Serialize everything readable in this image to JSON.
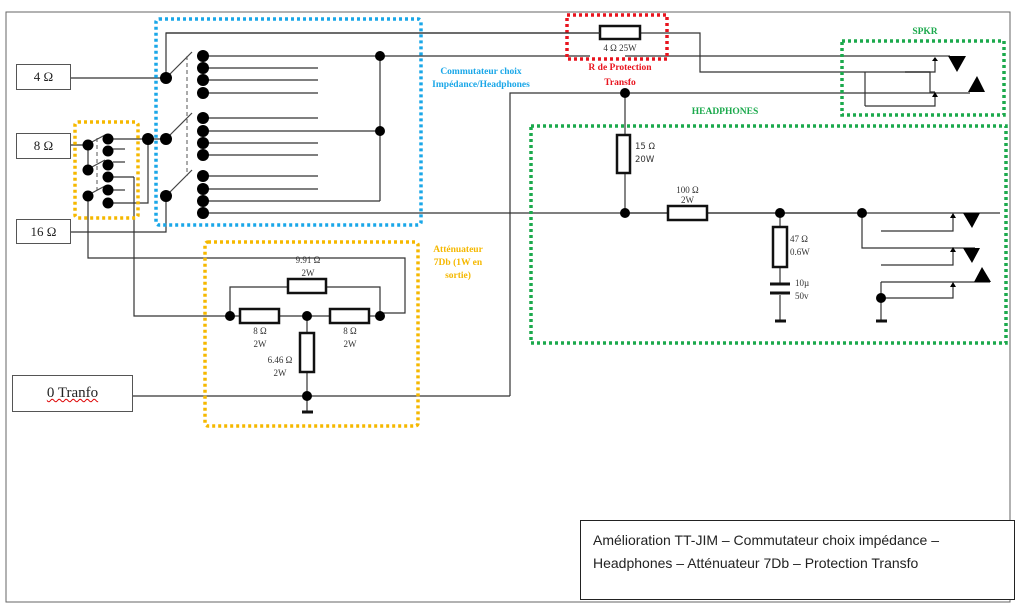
{
  "inputs": {
    "tap_4": "4 Ω",
    "tap_8": "8 Ω",
    "tap_16": "16 Ω",
    "zero": "0 Tranfo"
  },
  "zones": {
    "commutateur": {
      "label_line1": "Commutateur choix",
      "label_line2": "Impédance/Headphones",
      "color": "#1aa7e8"
    },
    "protection": {
      "label_line1": "R de Protection",
      "label_line2": "Transfo",
      "color": "#e8141e"
    },
    "spkr": {
      "label": "SPKR",
      "color": "#1ba94c"
    },
    "headphones": {
      "label": "HEADPHONES",
      "color": "#1ba94c"
    },
    "attenuateur": {
      "label_line1": "Atténuateur",
      "label_line2": "7Db (1W en",
      "label_line3": "sortie)",
      "color": "#f5b800"
    },
    "selector": {
      "color": "#f5b800"
    }
  },
  "components": {
    "r_protection": {
      "value": "4 Ω 25W"
    },
    "r_15": {
      "value": "15 Ω",
      "power": "20W"
    },
    "r_100": {
      "value": "100 Ω",
      "power": "2W"
    },
    "r_47": {
      "value": "47 Ω",
      "power": "0.6W"
    },
    "c_10": {
      "value": "10µ",
      "power": "50v"
    },
    "r_991": {
      "value": "9.91 Ω",
      "power": "2W"
    },
    "r_8a": {
      "value": "8 Ω",
      "power": "2W"
    },
    "r_8b": {
      "value": "8 Ω",
      "power": "2W"
    },
    "r_646": {
      "value": "6.46 Ω",
      "power": "2W"
    }
  },
  "title": {
    "line1": "Amélioration TT-JIM – Commutateur choix impédance –",
    "line2": "Headphones – Atténuateur  7Db – Protection Transfo"
  }
}
